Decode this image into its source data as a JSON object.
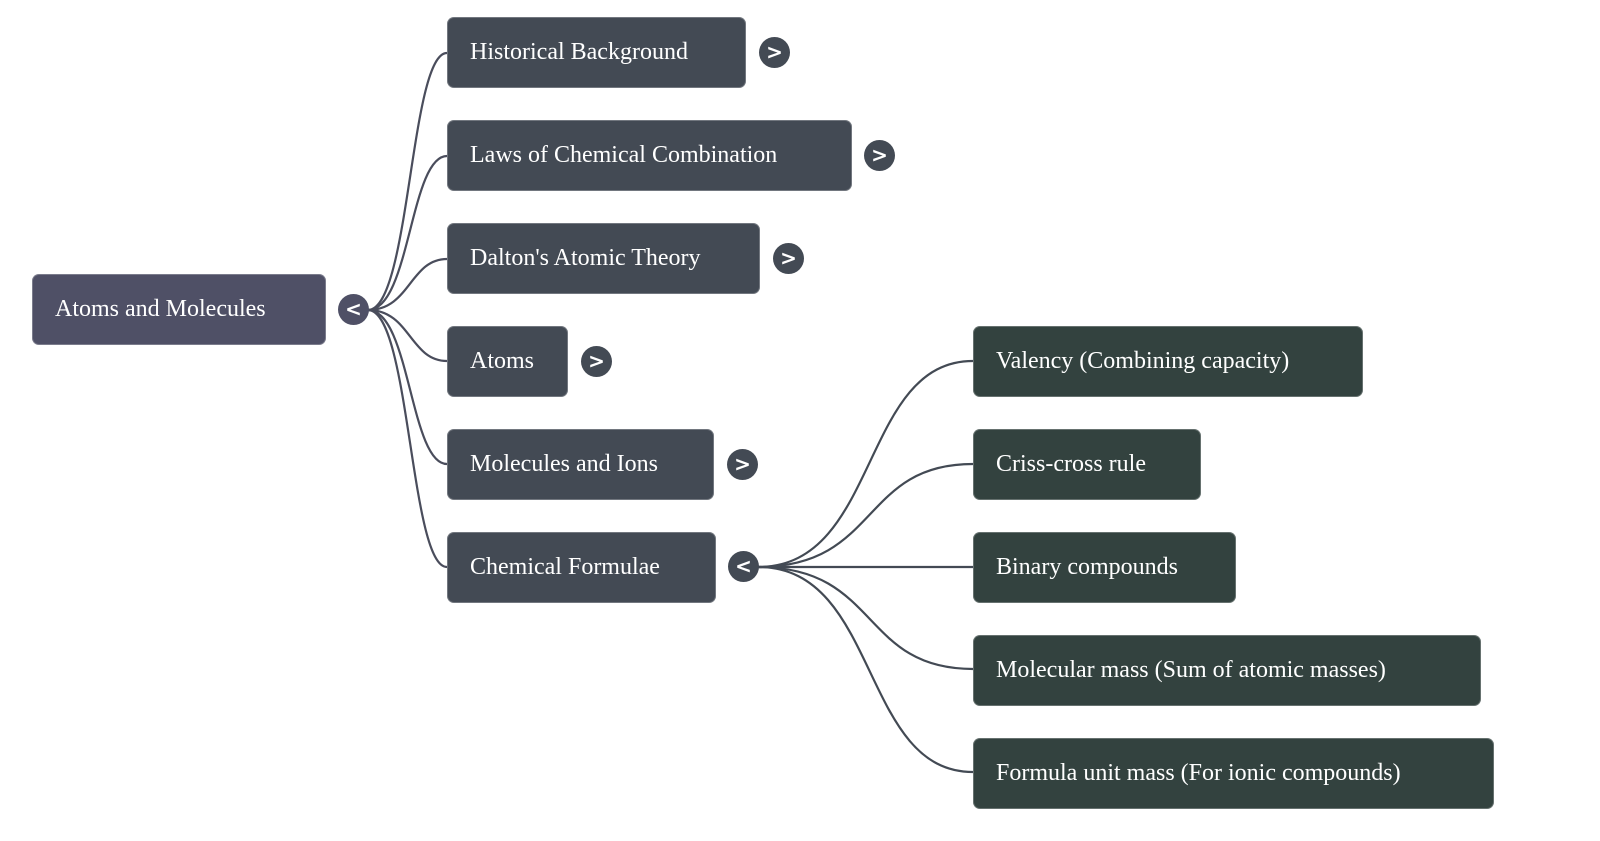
{
  "colors": {
    "root_node": "#4f5066",
    "level1_node": "#434a54",
    "level2_node": "#33423f",
    "link": "#4a4d5c",
    "text": "#ffffff"
  },
  "root": {
    "label": "Atoms and Molecules",
    "toggle_icon": "<",
    "toggle_state": "expanded"
  },
  "children": [
    {
      "label": "Historical Background",
      "toggle_icon": ">",
      "toggle_state": "collapsed"
    },
    {
      "label": "Laws of Chemical Combination",
      "toggle_icon": ">",
      "toggle_state": "collapsed"
    },
    {
      "label": "Dalton's Atomic Theory",
      "toggle_icon": ">",
      "toggle_state": "collapsed"
    },
    {
      "label": "Atoms",
      "toggle_icon": ">",
      "toggle_state": "collapsed"
    },
    {
      "label": "Molecules and Ions",
      "toggle_icon": ">",
      "toggle_state": "collapsed"
    },
    {
      "label": "Chemical Formulae",
      "toggle_icon": "<",
      "toggle_state": "expanded",
      "children": [
        {
          "label": "Valency (Combining capacity)"
        },
        {
          "label": "Criss-cross rule"
        },
        {
          "label": "Binary compounds"
        },
        {
          "label": "Molecular mass (Sum of atomic masses)"
        },
        {
          "label": "Formula unit mass (For ionic compounds)"
        }
      ]
    }
  ]
}
